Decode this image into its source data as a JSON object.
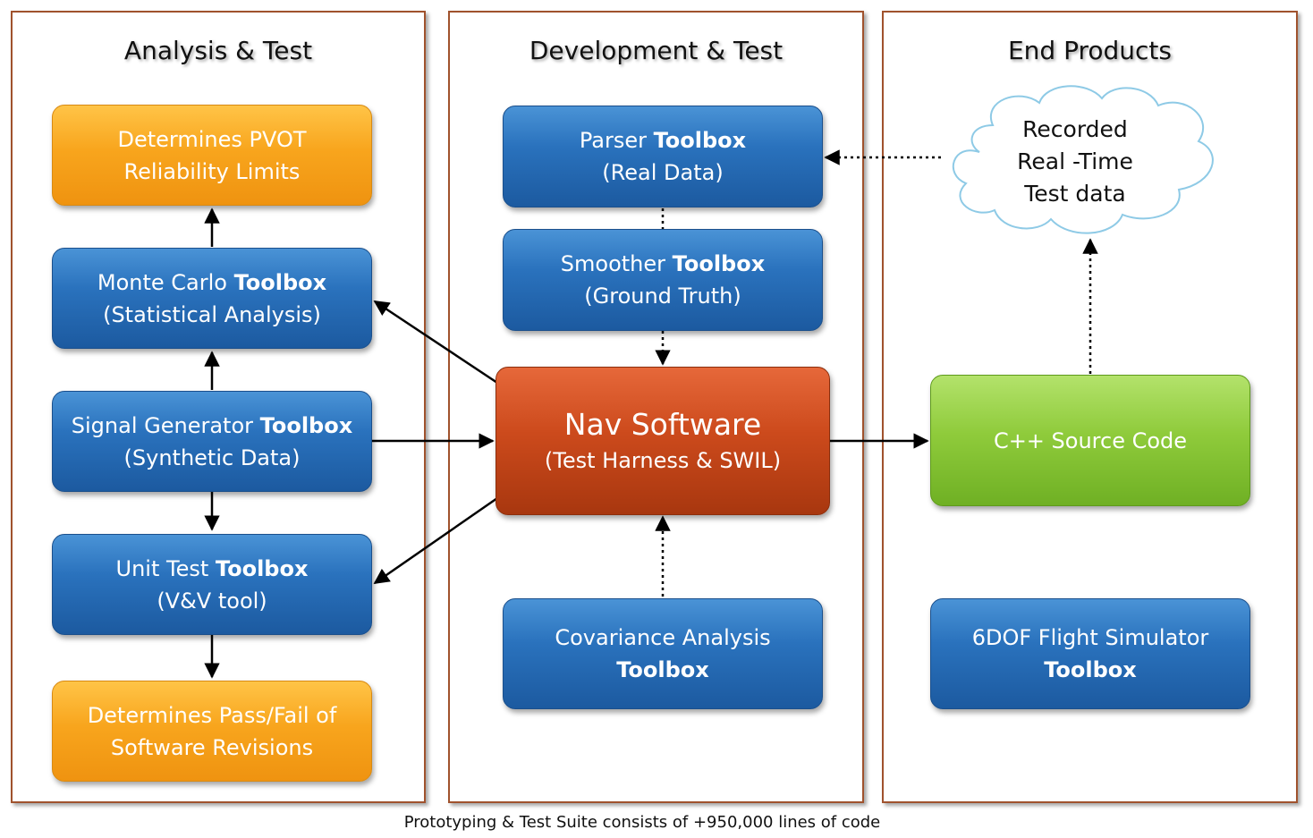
{
  "columns": [
    {
      "title": "Analysis & Test"
    },
    {
      "title": "Development & Test"
    },
    {
      "title": "End Products"
    }
  ],
  "analysis": {
    "pvot": {
      "line1": "Determines PVOT",
      "line2": "Reliability Limits"
    },
    "monte_carlo": {
      "name": "Monte Carlo",
      "toolbox": "Toolbox",
      "sub": "(Statistical Analysis)"
    },
    "signal_generator": {
      "name": "Signal Generator",
      "toolbox": "Toolbox",
      "sub": "(Synthetic Data)"
    },
    "unit_test": {
      "name": "Unit Test",
      "toolbox": "Toolbox",
      "sub": "(V&V tool)"
    },
    "pass_fail": {
      "line1": "Determines Pass/Fail of",
      "line2": "Software Revisions"
    }
  },
  "development": {
    "parser": {
      "name": "Parser",
      "toolbox": "Toolbox",
      "sub": "(Real Data)"
    },
    "smoother": {
      "name": "Smoother",
      "toolbox": "Toolbox",
      "sub": "(Ground Truth)"
    },
    "nav": {
      "title": "Nav Software",
      "sub": "(Test Harness & SWIL)"
    },
    "covariance": {
      "name": "Covariance Analysis",
      "toolbox": "Toolbox"
    }
  },
  "end_products": {
    "cloud": {
      "line1": "Recorded",
      "line2": "Real -Time",
      "line3": "Test data"
    },
    "cpp": {
      "label": "C++ Source Code"
    },
    "flight_sim": {
      "name": "6DOF Flight Simulator",
      "toolbox": "Toolbox"
    }
  },
  "footer": "Prototyping & Test Suite consists of +950,000 lines of code",
  "colors": {
    "column_border": "#a0522d",
    "blue_box": "#2a72bd",
    "orange_box": "#f8a51d",
    "red_box": "#cc4a1c",
    "green_box": "#8fcb3b",
    "cloud_outline": "#8ecae6"
  }
}
